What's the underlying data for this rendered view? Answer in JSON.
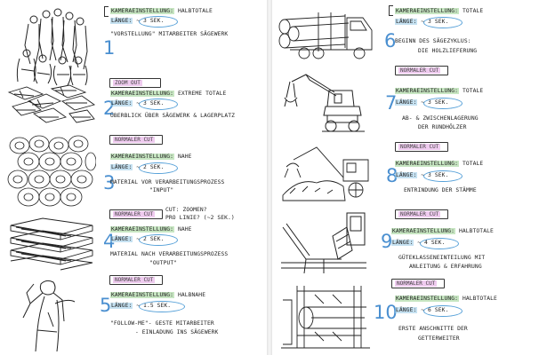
{
  "scenes": [
    {
      "number": "1",
      "label_kamera": "KAMERAEINSTELLUNG:",
      "kamera_value": "HALBTOTALE",
      "label_laenge": "LÄNGE:",
      "laenge_value": "~ 3 SEK.",
      "desc": [
        "\"VORSTELLUNG\" MITARBEITER SÄGEWERK"
      ]
    },
    {
      "number": "2",
      "cut": "ZOOM OUT",
      "label_kamera": "KAMERAEINSTELLUNG:",
      "kamera_value": "EXTREME TOTALE",
      "label_laenge": "LÄNGE:",
      "laenge_value": "~ 3 SEK.",
      "desc": [
        "ÜBERBLICK ÜBER SÄGEWERK & LAGERPLATZ"
      ]
    },
    {
      "number": "3",
      "cut": "NORMALER CUT",
      "label_kamera": "KAMERAEINSTELLUNG:",
      "kamera_value": "NAHE",
      "label_laenge": "LÄNGE:",
      "laenge_value": "~ 2 SEK.",
      "desc": [
        "MATERIAL VOR VERARBEITUNGSPROZESS",
        "\"INPUT\""
      ]
    },
    {
      "number": "4",
      "cut": "NORMALER CUT",
      "cut_note": [
        "CUT: ZOOMEN?",
        "PRO LINIE? (~2 SEK.)"
      ],
      "label_kamera": "KAMERAEINSTELLUNG:",
      "kamera_value": "NAHE",
      "label_laenge": "LÄNGE:",
      "laenge_value": "~ 2 SEK.",
      "desc": [
        "MATERIAL NACH VERARBEITUNGSPROZESS",
        "\"OUTPUT\""
      ]
    },
    {
      "number": "5",
      "cut": "NORMALER CUT",
      "label_kamera": "KAMERAEINSTELLUNG:",
      "kamera_value": "HALBNAHE",
      "label_laenge": "LÄNGE:",
      "laenge_value": "~ 1.5 SEK.",
      "desc": [
        "\"FOLLOW-ME\"- GESTE MITARBEITER",
        "- EINLADUNG INS SÄGEWERK"
      ]
    },
    {
      "number": "6",
      "label_kamera": "KAMERAEINSTELLUNG:",
      "kamera_value": "TOTALE",
      "label_laenge": "LÄNGE:",
      "laenge_value": "~ 3 SEK.",
      "desc": [
        "BEGINN DES SÄGEZYKLUS:",
        "DIE HOLZLIEFERUNG"
      ]
    },
    {
      "number": "7",
      "cut": "NORMALER CUT",
      "label_kamera": "KAMERAEINSTELLUNG:",
      "kamera_value": "TOTALE",
      "label_laenge": "LÄNGE:",
      "laenge_value": "~ 3 SEK.",
      "desc": [
        "AB- & ZWISCHENLAGERUNG",
        "DER RUNDHÖLZER"
      ]
    },
    {
      "number": "8",
      "cut": "NORMALER CUT",
      "label_kamera": "KAMERAEINSTELLUNG:",
      "kamera_value": "TOTALE",
      "label_laenge": "LÄNGE:",
      "laenge_value": "~ 3 SEK.",
      "desc": [
        "ENTRINDUNG DER STÄMME"
      ]
    },
    {
      "number": "9",
      "cut": "NORMALER CUT",
      "label_kamera": "KAMERAEINSTELLUNG:",
      "kamera_value": "HALBTOTALE",
      "label_laenge": "LÄNGE:",
      "laenge_value": "~ 4 SEK.",
      "desc": [
        "GÜTEKLASSENEINTEILUNG MIT",
        "ANLEITUNG & ERFAHRUNG"
      ]
    },
    {
      "number": "10",
      "cut": "NORMALER CUT",
      "label_kamera": "KAMERAEINSTELLUNG:",
      "kamera_value": "HALBTOTALE",
      "label_laenge": "LÄNGE:",
      "laenge_value": "~ 6 SEK.",
      "desc": [
        "ERSTE ANSCHNITTE DER",
        "GETTERWEITER"
      ]
    }
  ]
}
